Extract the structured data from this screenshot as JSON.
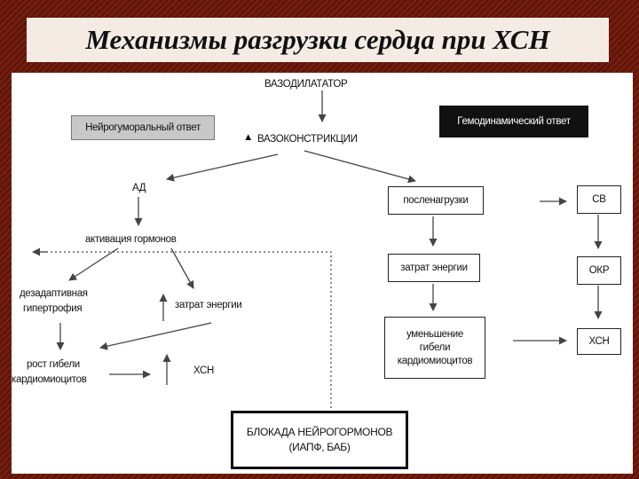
{
  "title": "Механизмы разгрузки сердца при ХСН",
  "diagram": {
    "vasodilator": "ВАЗОДИЛАТАТОР",
    "neurohumoral": "Нейрогуморальный ответ",
    "hemodynamic": "Гемодинамический ответ",
    "vasoconstriction": "ВАЗОКОНСТРИКЦИИ",
    "bp": "АД",
    "hormone_activation": "активация гормонов",
    "maladaptive_line1": "дезадаптивная",
    "maladaptive_line2": "гипертрофия",
    "energy_left": "затрат энергии",
    "death_growth_line1": "рост гибели",
    "death_growth_line2": "кардиомиоцитов",
    "chf_left": "ХСН",
    "afterload": "посленагрузки",
    "energy_right": "затрат энергии",
    "death_reduce_line1": "уменьшение",
    "death_reduce_line2": "гибели",
    "death_reduce_line3": "кардиомиоцитов",
    "co": "СВ",
    "okr": "ОКР",
    "chf_right": "ХСН",
    "blockade_line1": "БЛОКАДА НЕЙРОГОРМОНОВ",
    "blockade_line2": "(ИАПФ, БАБ)"
  }
}
